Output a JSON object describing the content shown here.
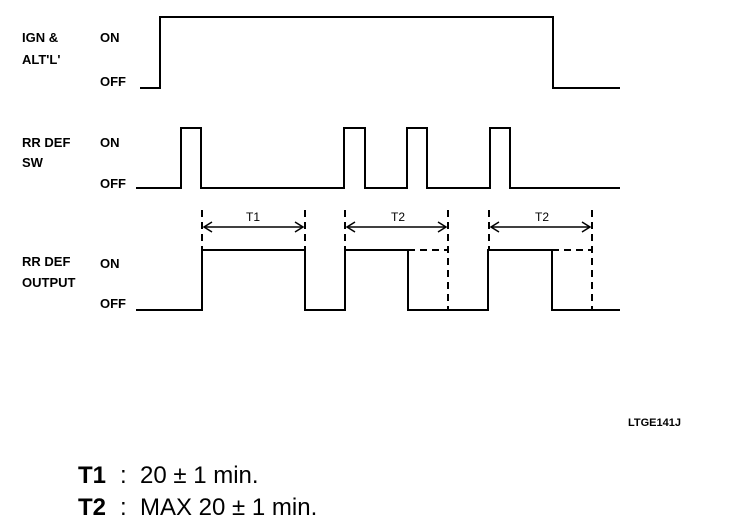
{
  "signals": [
    {
      "id": "ign",
      "name_line1": "IGN &",
      "name_line2": "ALT'L'",
      "on_label": "ON",
      "off_label": "OFF"
    },
    {
      "id": "sw",
      "name_line1": "RR DEF",
      "name_line2": "SW",
      "on_label": "ON",
      "off_label": "OFF"
    },
    {
      "id": "out",
      "name_line1": "RR DEF",
      "name_line2": "OUTPUT",
      "on_label": "ON",
      "off_label": "OFF"
    }
  ],
  "intervals": [
    {
      "label": "T1"
    },
    {
      "label": "T2"
    },
    {
      "label": "T2"
    }
  ],
  "figure_code": "LTGE141J",
  "notes": [
    {
      "key": "T1",
      "sep": ":",
      "value": "20 ± 1 min."
    },
    {
      "key": "T2",
      "sep": ":",
      "value": "MAX 20 ± 1 min."
    }
  ]
}
